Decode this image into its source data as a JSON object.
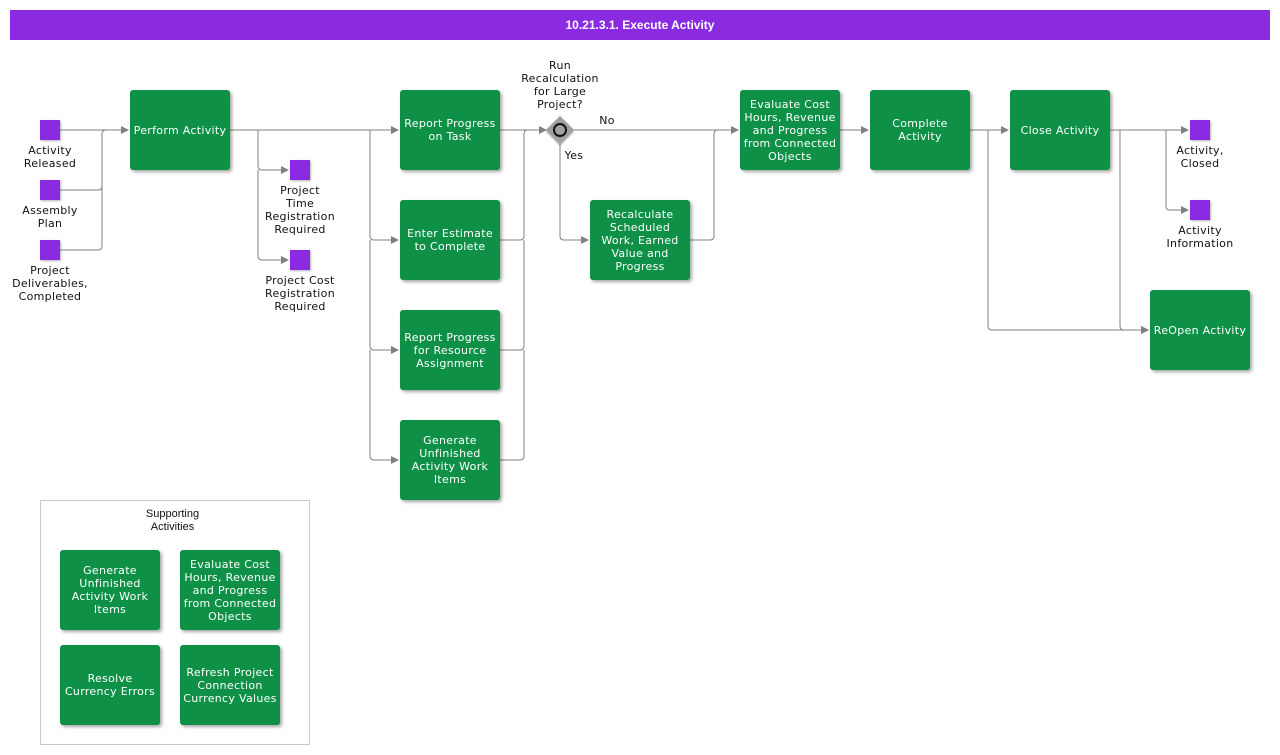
{
  "title": "10.21.3.1. Execute Activity",
  "colors": {
    "title_bar": "#8a2be2",
    "task": "#0e9146",
    "event": "#8a2be2",
    "gateway": "#a0a0a0",
    "connector": "#808080"
  },
  "events": {
    "activity_released": "Activity\nReleased",
    "assembly_plan": "Assembly\nPlan",
    "project_deliverables": "Project\nDeliverables,\nCompleted",
    "time_registration": "Project\nTime\nRegistration\nRequired",
    "cost_registration": "Project Cost\nRegistration\nRequired",
    "activity_closed": "Activity,\nClosed",
    "activity_information": "Activity\nInformation"
  },
  "tasks": {
    "perform_activity": "Perform Activity",
    "report_progress_task": "Report Progress\non Task",
    "enter_estimate": "Enter Estimate\nto Complete",
    "report_progress_resource": "Report Progress\nfor Resource\nAssignment",
    "generate_unfinished": "Generate\nUnfinished\nActivity Work\nItems",
    "recalculate": "Recalculate\nScheduled\nWork, Earned\nValue and\nProgress",
    "evaluate_cost": "Evaluate Cost\nHours, Revenue\nand Progress\nfrom Connected\nObjects",
    "complete_activity": "Complete\nActivity",
    "close_activity": "Close Activity",
    "reopen_activity": "ReOpen Activity"
  },
  "gateway": {
    "question": "Run\nRecalculation\nfor Large\nProject?",
    "no_label": "No",
    "yes_label": "Yes"
  },
  "supporting": {
    "title": "Supporting\nActivities",
    "items": [
      "Generate\nUnfinished\nActivity Work\nItems",
      "Evaluate Cost\nHours, Revenue\nand Progress\nfrom Connected\nObjects",
      "Resolve\nCurrency Errors",
      "Refresh Project\nConnection\nCurrency Values"
    ]
  }
}
